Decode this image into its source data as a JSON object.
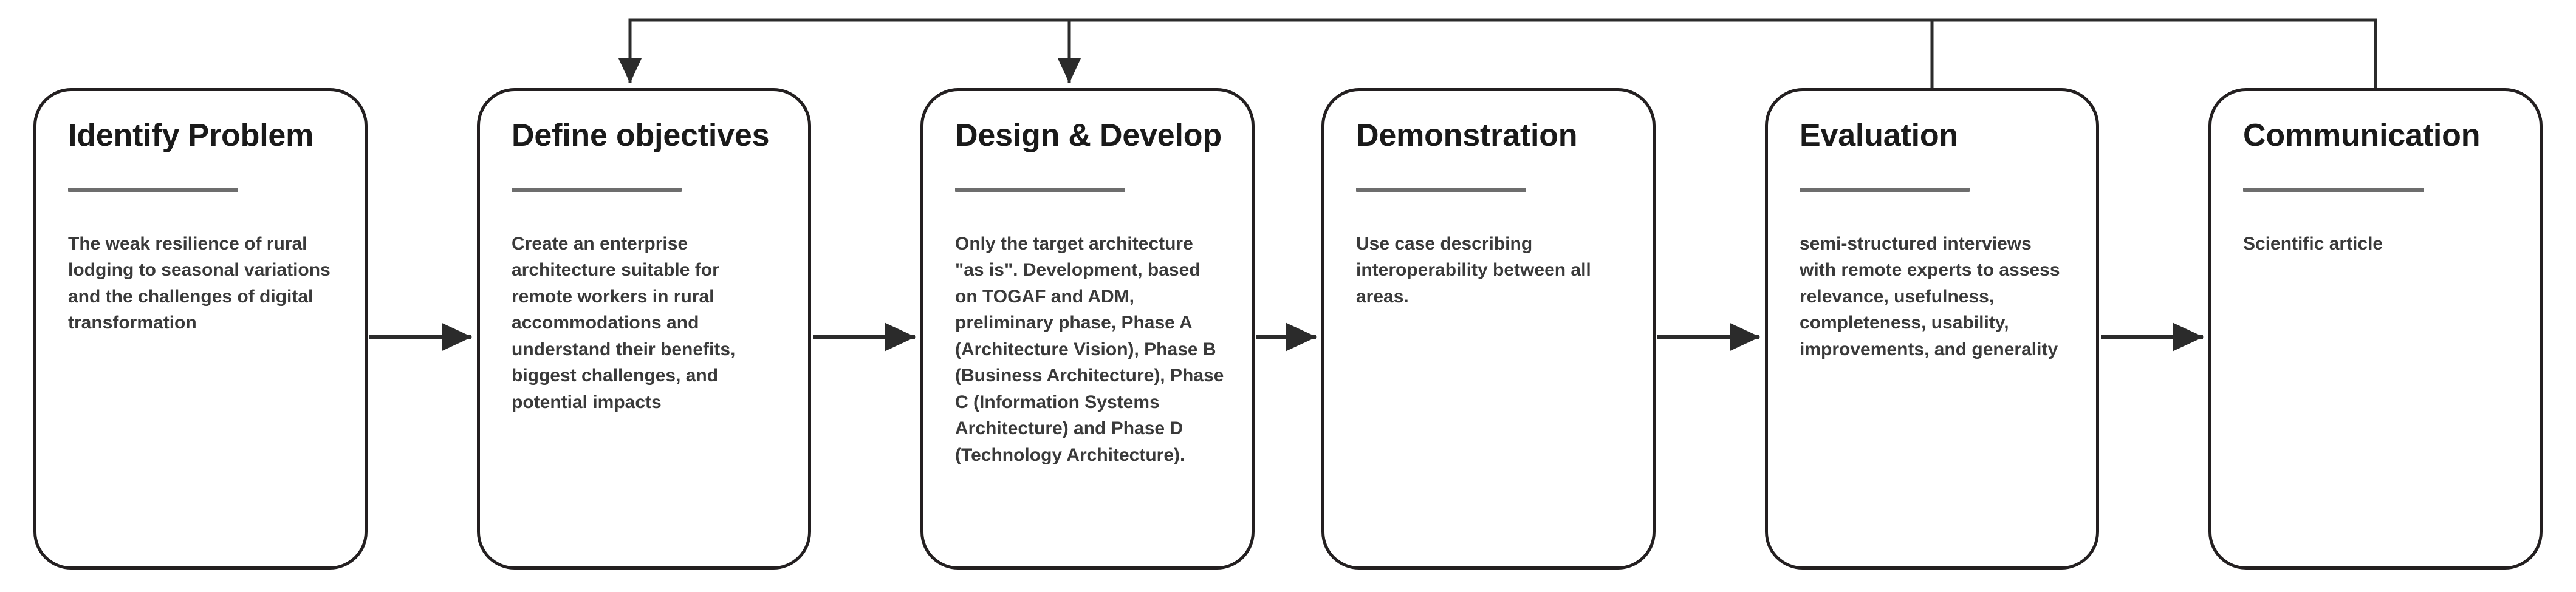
{
  "diagram": {
    "type": "process-flow",
    "orientation": "horizontal",
    "stage_count": 6,
    "colors": {
      "box_border": "#231f20",
      "box_fill": "#ffffff",
      "divider": "#6d6d6d",
      "title_text": "#1a1a1a",
      "body_text": "#3a3a3a",
      "connector": "#333333",
      "background": "#ffffff"
    },
    "stages": [
      {
        "index": 1,
        "title": "Identify Problem",
        "body": "The weak resilience of rural lodging to seasonal variations and the challenges of digital transformation"
      },
      {
        "index": 2,
        "title": "Define objectives",
        "body": "Create an enterprise architecture suitable for remote workers in rural accommodations and understand their benefits, biggest challenges, and potential impacts"
      },
      {
        "index": 3,
        "title": "Design & Develop",
        "body": "Only the target architecture \"as is\". Development, based on TOGAF and ADM, preliminary phase, Phase A (Architecture Vision), Phase B (Business Architecture), Phase C (Information Systems Architecture) and Phase D (Technology Architecture)."
      },
      {
        "index": 4,
        "title": "Demonstration",
        "body": "Use case describing interoperability between all areas."
      },
      {
        "index": 5,
        "title": "Evaluation",
        "body": "semi-structured interviews with remote experts to assess relevance, usefulness, completeness, usability, improvements, and generality"
      },
      {
        "index": 6,
        "title": "Communication",
        "body": "Scientific article"
      }
    ],
    "connectors": {
      "forward_arrows": [
        {
          "from": "Identify Problem",
          "to": "Define objectives"
        },
        {
          "from": "Define objectives",
          "to": "Design & Develop"
        },
        {
          "from": "Design & Develop",
          "to": "Demonstration"
        },
        {
          "from": "Demonstration",
          "to": "Evaluation"
        },
        {
          "from": "Evaluation",
          "to": "Communication"
        }
      ],
      "feedback_arrows": [
        {
          "from": "Evaluation",
          "to": "Define objectives"
        },
        {
          "from": "Communication",
          "to": "Design & Develop"
        }
      ]
    }
  }
}
